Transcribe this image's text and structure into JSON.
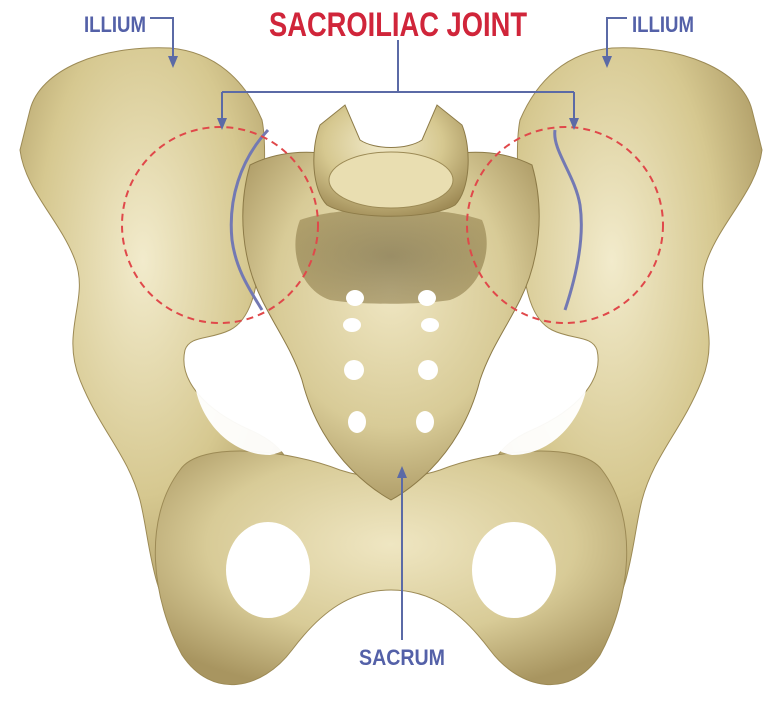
{
  "labels": {
    "joint": "SACROILIAC JOINT",
    "ilium_left": "ILLIUM",
    "ilium_right": "ILLIUM",
    "sacrum": "SACRUM"
  },
  "colors": {
    "joint_label": "#d0253a",
    "bone_label": "#5461a8",
    "leader_line": "#5b6aa6",
    "joint_circle": "#e0484a",
    "bone_fill": "#d8cb97",
    "bone_shadow": "#a89560",
    "bone_highlight": "#efe6c2"
  }
}
